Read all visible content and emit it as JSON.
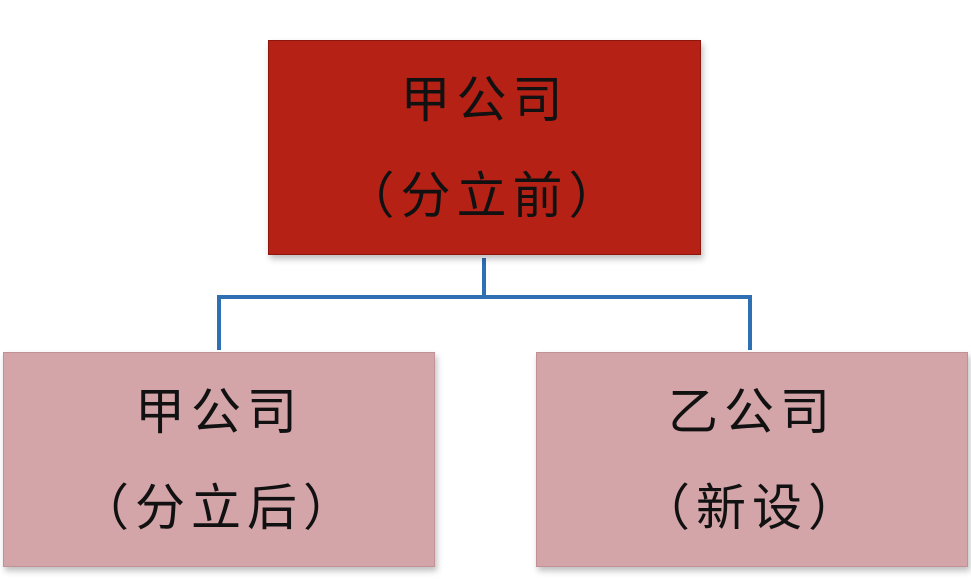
{
  "colors": {
    "root_fill": "#b52114",
    "child_fill": "#d3a4a8",
    "connector": "#2f6fb3",
    "text": "#111111"
  },
  "nodes": {
    "root": {
      "line1": "甲公司",
      "line2": "（分立前）"
    },
    "left": {
      "line1": "甲公司",
      "line2": "（分立后）"
    },
    "right": {
      "line1": "乙公司",
      "line2": "（新设）"
    }
  }
}
